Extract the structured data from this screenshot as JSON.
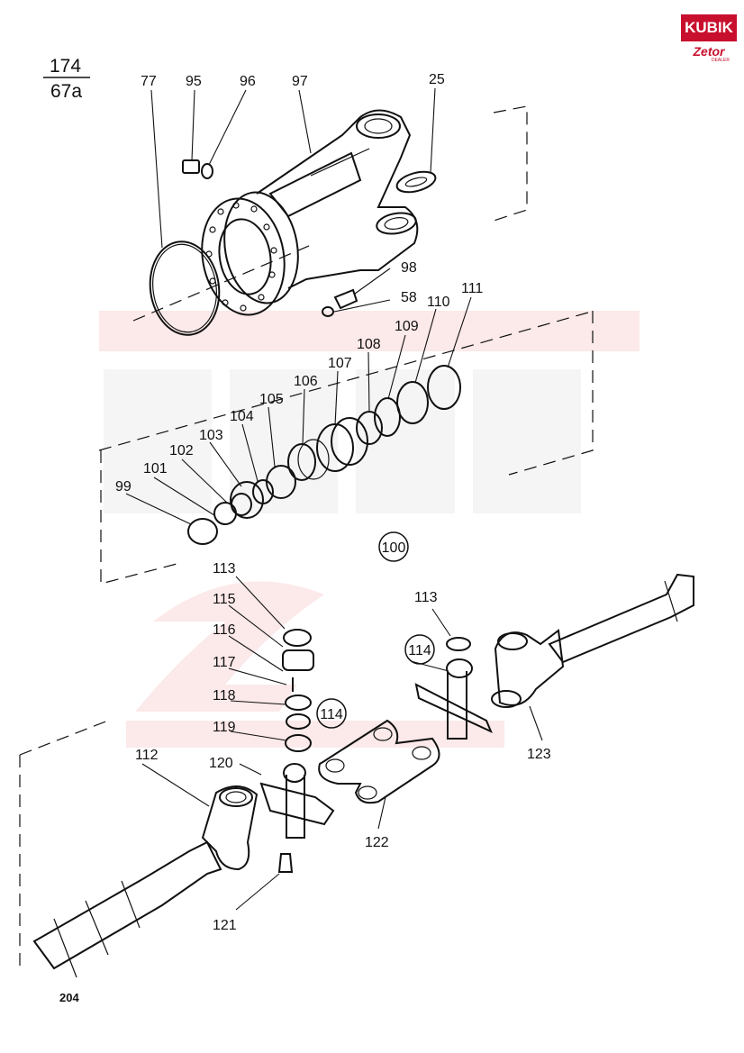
{
  "drawing": {
    "ref_top": "174",
    "ref_bottom": "67a",
    "page_number": "204"
  },
  "logo": {
    "top_word": "KUBIK",
    "bottom_word": "Zetor",
    "small_text": "DEALER",
    "colors": {
      "red": "#c8102e",
      "white": "#ffffff"
    }
  },
  "callouts": {
    "c77": "77",
    "c95": "95",
    "c96": "96",
    "c97": "97",
    "c25": "25",
    "c98": "98",
    "c58": "58",
    "c110": "110",
    "c111": "111",
    "c109": "109",
    "c108": "108",
    "c107": "107",
    "c106": "106",
    "c105": "105",
    "c104": "104",
    "c103": "103",
    "c102": "102",
    "c101": "101",
    "c99": "99",
    "c100": "100",
    "c113a": "113",
    "c115": "115",
    "c116": "116",
    "c117": "117",
    "c118": "118",
    "c119": "119",
    "c114a": "114",
    "c120": "120",
    "c112": "112",
    "c121": "121",
    "c122": "122",
    "c113b": "113",
    "c114b": "114",
    "c123": "123"
  }
}
